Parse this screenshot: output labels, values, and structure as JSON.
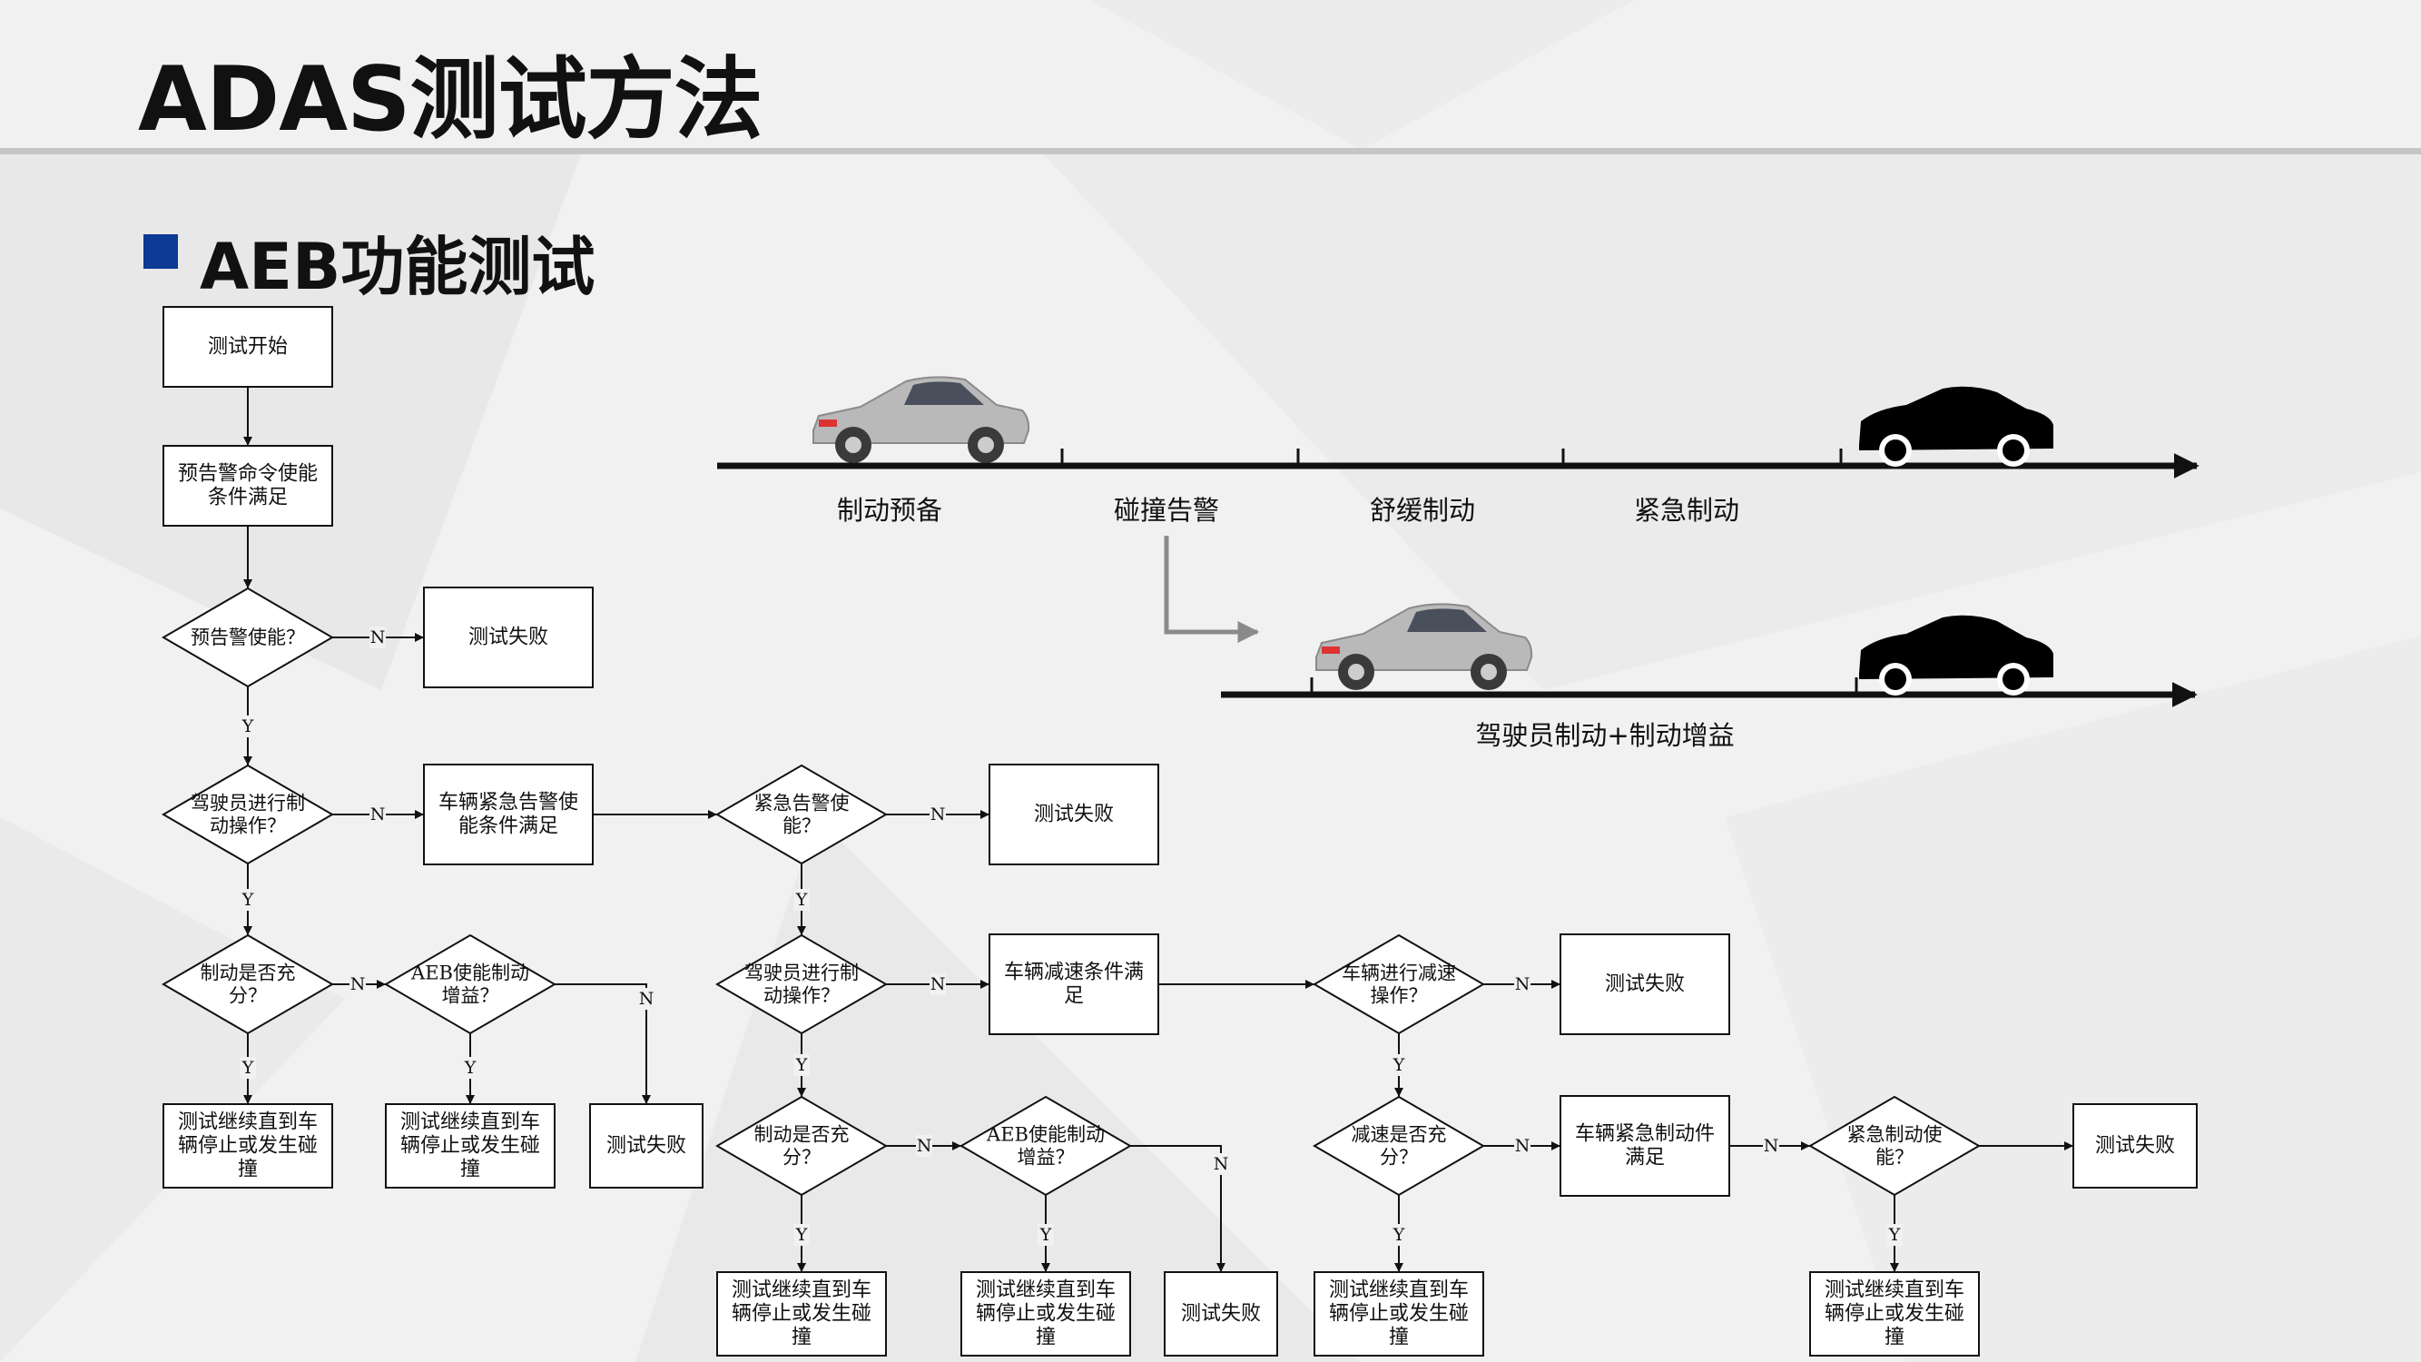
{
  "title": "ADAS测试方法",
  "section_title": "AEB功能测试",
  "flow": {
    "start": "测试开始",
    "warn_cond": [
      "预告警命令使能",
      "条件满足"
    ],
    "warn_enable": "预告警使能？",
    "fail": "测试失败",
    "driver_brake": [
      "驾驶员进行制",
      "动操作？"
    ],
    "emerg_warn_cond": [
      "车辆紧急告警使",
      "能条件满足"
    ],
    "emerg_warn_enable": [
      "紧急告警使",
      "能？"
    ],
    "brake_sufficient": [
      "制动是否充",
      "分？"
    ],
    "aeb_gain": [
      "AEB使能制动",
      "增益？"
    ],
    "continue_until": [
      "测试继续直到车",
      "辆停止或发生碰",
      "撞"
    ],
    "decel_cond": [
      "车辆减速条件满",
      "足"
    ],
    "vehicle_decel": [
      "车辆进行减速",
      "操作？"
    ],
    "decel_sufficient": [
      "减速是否充",
      "分？"
    ],
    "emerg_brake_cond": [
      "车辆紧急制动件",
      "满足"
    ],
    "emerg_brake_enable": [
      "紧急制动使",
      "能？"
    ],
    "yes": "Y",
    "no": "N"
  },
  "timeline_top": [
    "制动预备",
    "碰撞告警",
    "舒缓制动",
    "紧急制动"
  ],
  "timeline_bottom": "驾驶员制动+制动增益",
  "colors": {
    "accent": "#0d3a94",
    "line": "#111111",
    "ego_car": "#b9b9b9",
    "target_car": "#000000"
  }
}
